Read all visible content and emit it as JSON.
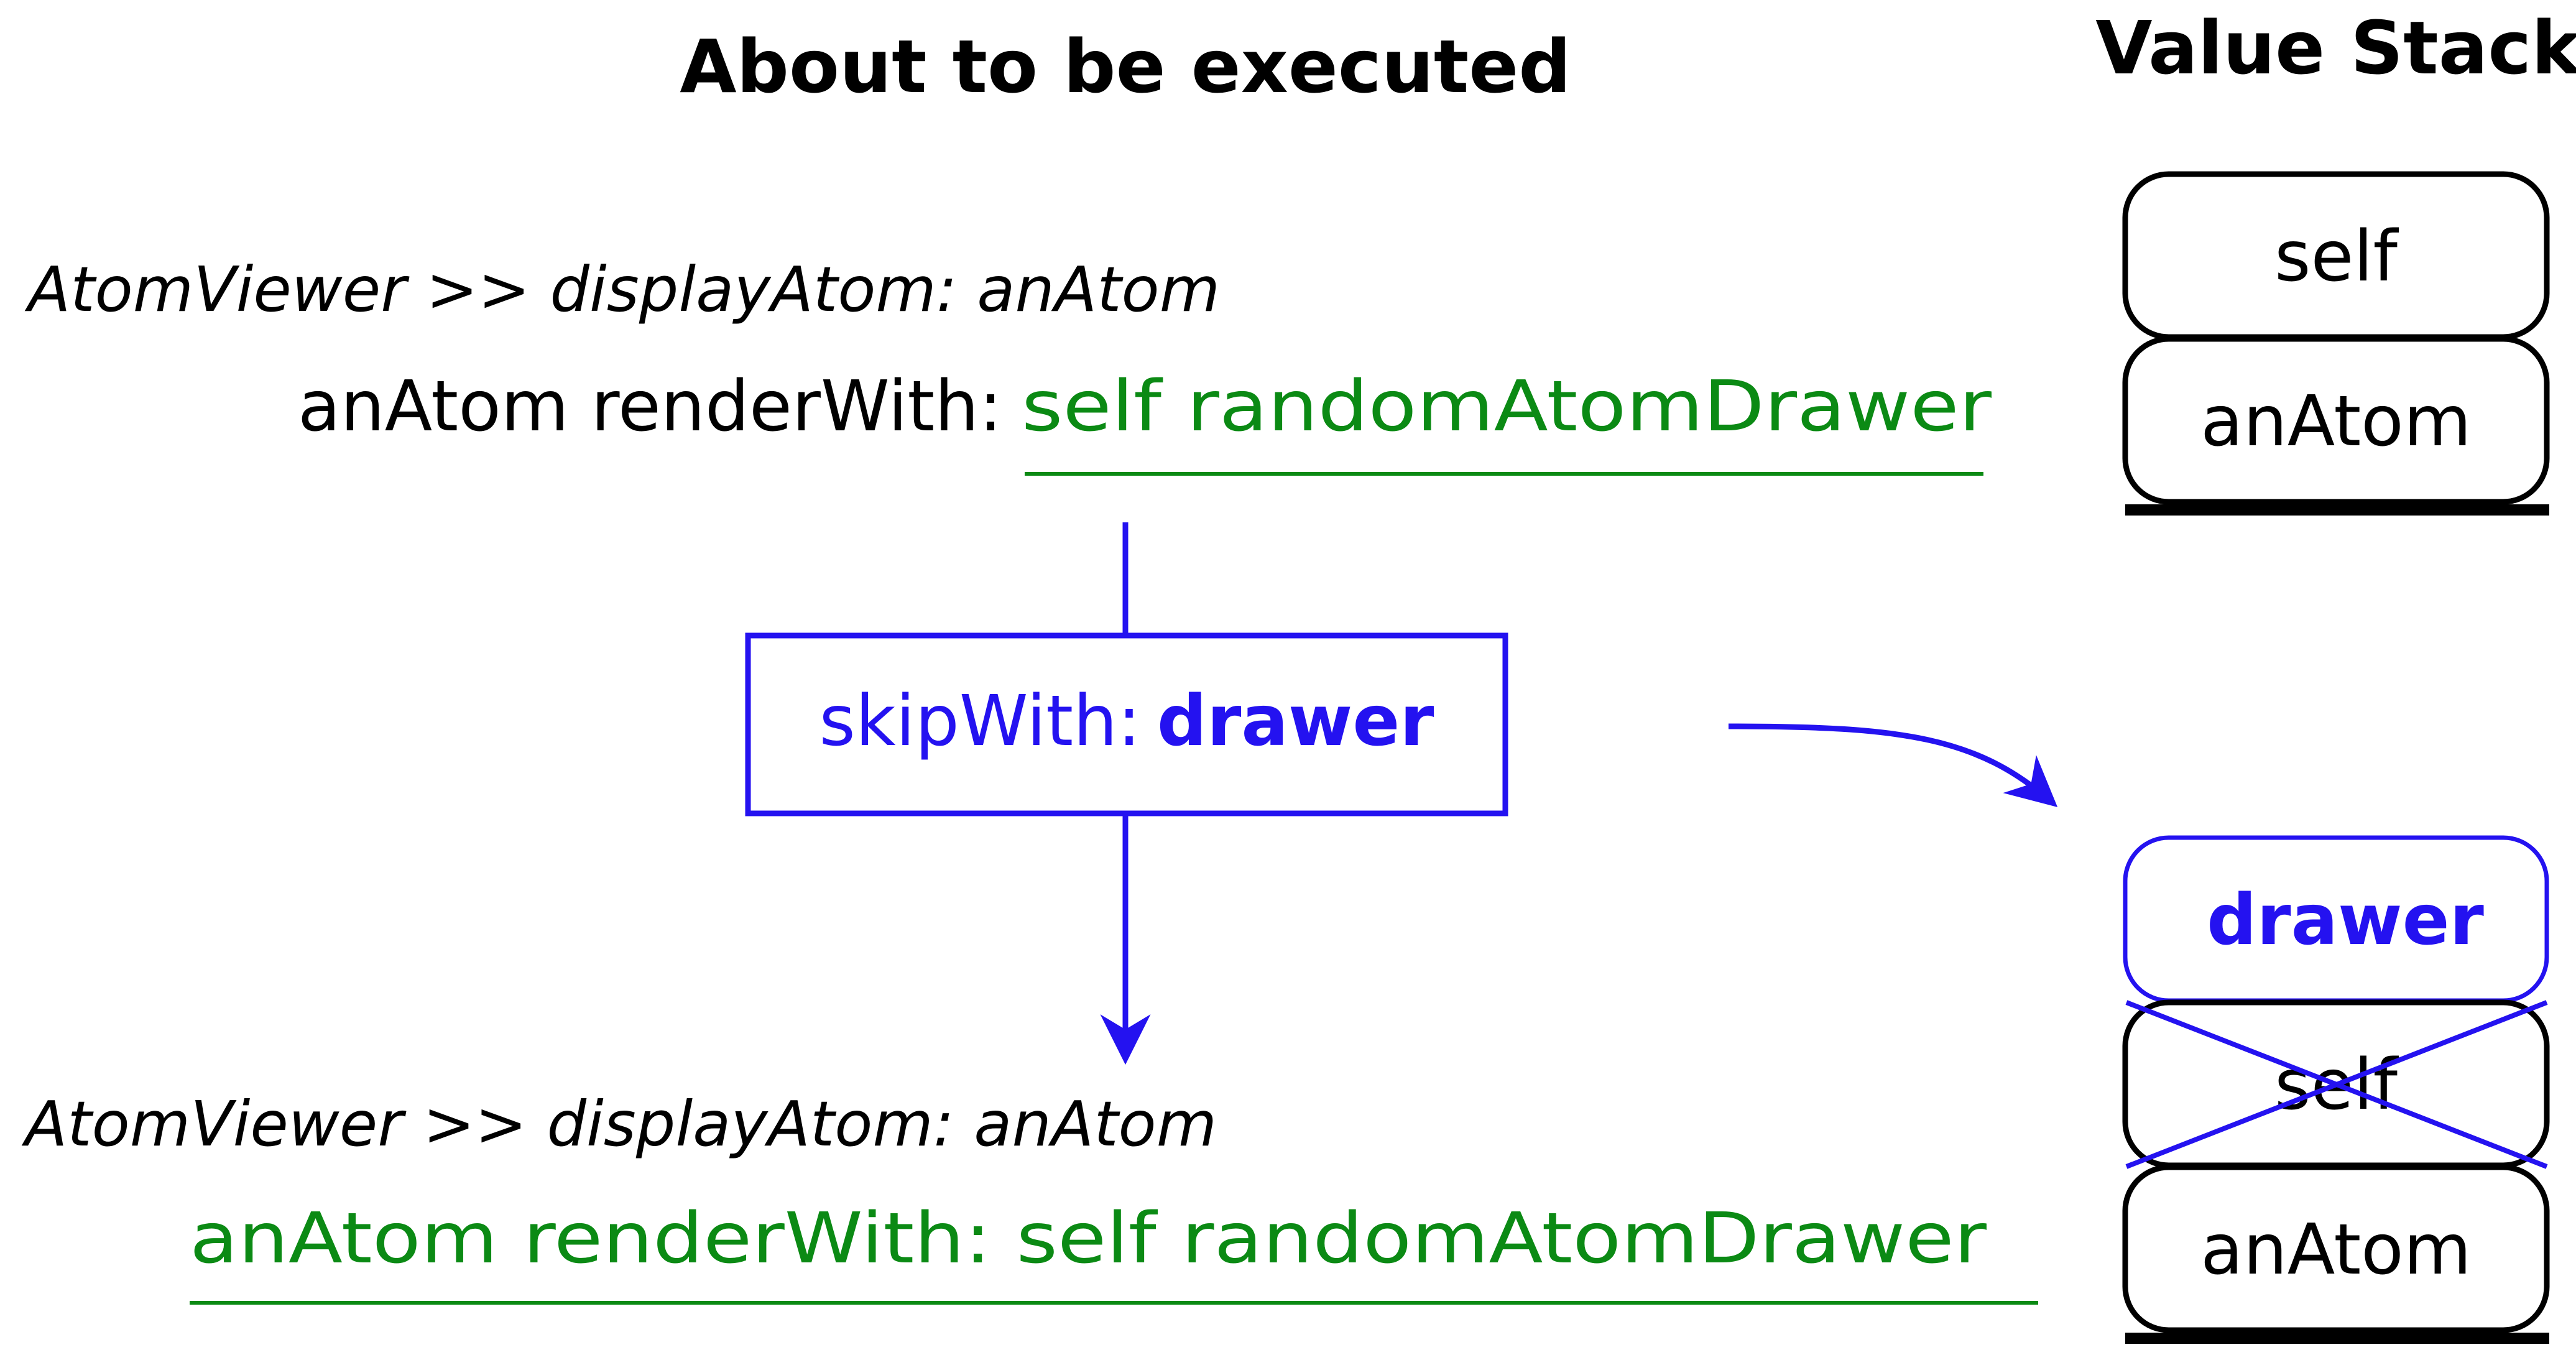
{
  "headings": {
    "left": "About to be executed",
    "right": "Value Stack"
  },
  "before": {
    "method": "AtomViewer >> displayAtom: anAtom",
    "statement_prefix": "anAtom renderWith:",
    "statement_highlight": "self randomAtomDrawer"
  },
  "action": {
    "selector": "skipWith:",
    "argument": "drawer"
  },
  "after": {
    "method": "AtomViewer >> displayAtom: anAtom",
    "statement": "anAtom renderWith: self randomAtomDrawer"
  },
  "stack_before": [
    "self",
    "anAtom"
  ],
  "stack_after": {
    "pushed": "drawer",
    "crossed": "self",
    "bottom": "anAtom"
  },
  "colors": {
    "text": "#000000",
    "highlight": "#0b8a14",
    "action": "#2412f0"
  }
}
